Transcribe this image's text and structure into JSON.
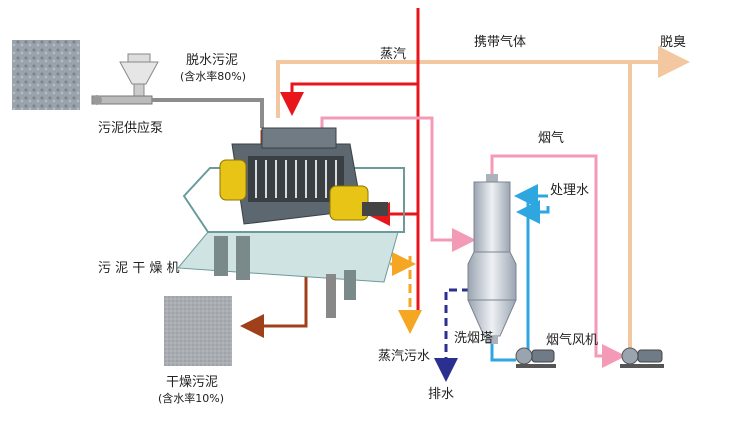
{
  "labels": {
    "dewatered_sludge": "脱水污泥",
    "dewatered_moisture": "(含水率80%)",
    "feed_pump": "污泥供应泵",
    "steam": "蒸汽",
    "carrier_gas": "携带气体",
    "deodorize": "脱臭",
    "flue_gas": "烟气",
    "treated_water": "处理水",
    "sludge_dryer": "污 泥 干 燥 机",
    "dried_sludge": "干燥污泥",
    "dried_moisture": "(含水率10%)",
    "steam_wastewater": "蒸汽污水",
    "scrubber": "洗烟塔",
    "flue_fan": "烟气风机",
    "drain": "排水"
  },
  "colors": {
    "steam": "#e8161b",
    "carrier_gas": "#f3c8a0",
    "flue_gas": "#f39ab6",
    "treated_water": "#2ea7e0",
    "dried_sludge": "#a0401a",
    "condensate": "#f5a623",
    "drain": "#2b2f8f",
    "equipment": "#6b9a9a"
  }
}
